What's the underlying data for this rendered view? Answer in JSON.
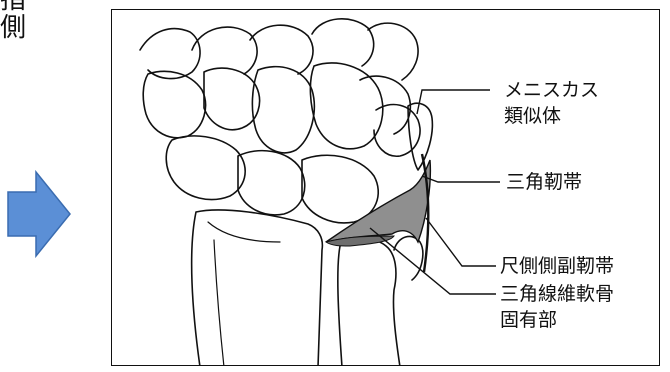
{
  "side_text": [
    "指",
    "側"
  ],
  "arrow": {
    "color": "#5b8fd6",
    "border": "#3a6cb0",
    "direction": "right"
  },
  "labels": {
    "meniscus_line1": "メニスカス",
    "meniscus_line2": "類似体",
    "triangular_ligament": "三角靭帯",
    "ulnar_collateral": "尺側側副靭帯",
    "tfcc_proper_line1": "三角線維軟骨",
    "tfcc_proper_line2": "固有部"
  }
}
